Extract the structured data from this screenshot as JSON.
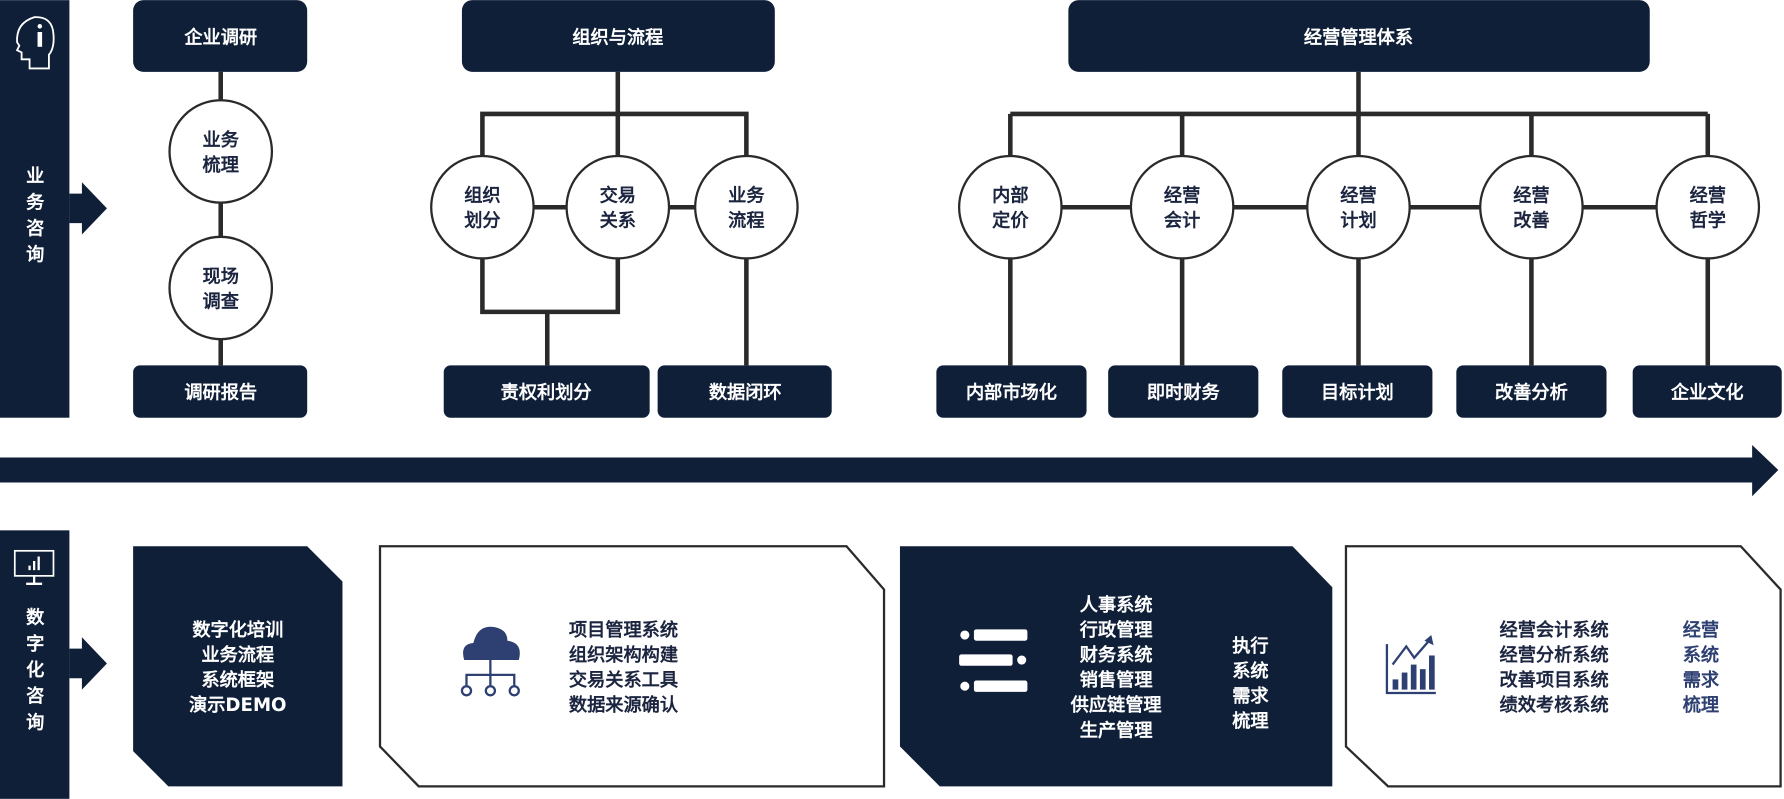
{
  "colors": {
    "navy": "#0f1f38",
    "line": "#2a2a2a",
    "accent": "#2e3f72"
  },
  "business": {
    "label": [
      "业",
      "务",
      "咨",
      "询"
    ],
    "icon": "head-info-icon",
    "survey": {
      "title": "企业调研",
      "steps": [
        [
          "业务",
          "梳理"
        ],
        [
          "现场",
          "调查"
        ]
      ],
      "result": "调研报告"
    },
    "org": {
      "title": "组织与流程",
      "nodes": [
        [
          "组织",
          "划分"
        ],
        [
          "交易",
          "关系"
        ],
        [
          "业务",
          "流程"
        ]
      ],
      "results": [
        "责权利划分",
        "数据闭环"
      ]
    },
    "mgmt": {
      "title": "经营管理体系",
      "nodes": [
        [
          "内部",
          "定价"
        ],
        [
          "经营",
          "会计"
        ],
        [
          "经营",
          "计划"
        ],
        [
          "经营",
          "改善"
        ],
        [
          "经营",
          "哲学"
        ]
      ],
      "results": [
        "内部市场化",
        "即时财务",
        "目标计划",
        "改善分析",
        "企业文化"
      ]
    }
  },
  "digital": {
    "label": [
      "数",
      "字",
      "化",
      "咨",
      "询"
    ],
    "icon": "monitor-chart-icon",
    "panels": [
      {
        "icon": "",
        "items": [
          "数字化培训",
          "业务流程",
          "系统框架",
          "演示DEMO"
        ]
      },
      {
        "icon": "cloud-network-icon",
        "items": [
          "项目管理系统",
          "组织架构构建",
          "交易关系工具",
          "数据来源确认"
        ]
      },
      {
        "icon": "list-icon",
        "items": [
          "人事系统",
          "行政管理",
          "财务系统",
          "销售管理",
          "供应链管理",
          "生产管理"
        ],
        "side": [
          "执行",
          "系统",
          "需求",
          "梳理"
        ]
      },
      {
        "icon": "growth-chart-icon",
        "items": [
          "经营会计系统",
          "经营分析系统",
          "改善项目系统",
          "绩效考核系统"
        ],
        "side": [
          "经营",
          "系统",
          "需求",
          "梳理"
        ]
      }
    ]
  }
}
